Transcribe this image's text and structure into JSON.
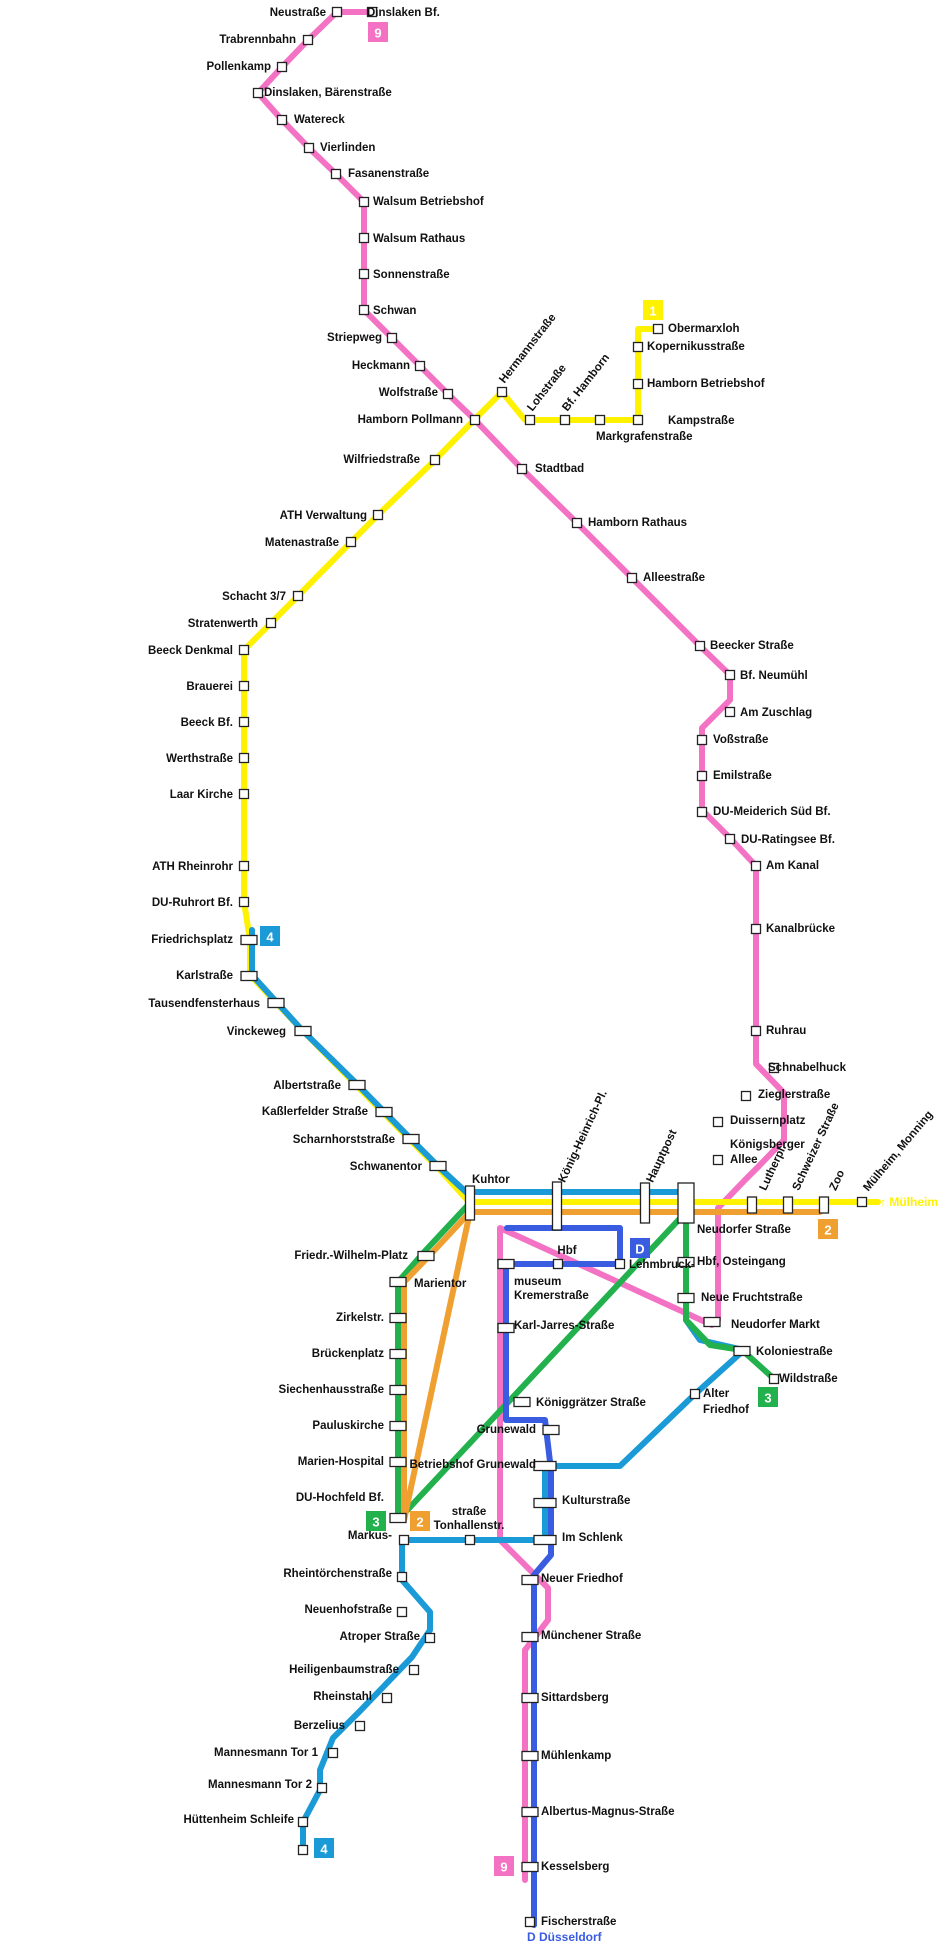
{
  "colors": {
    "line_1": "#fff200",
    "line_2": "#f0a030",
    "line_3": "#22b14c",
    "line_4": "#1a9ad6",
    "line_9": "#f472c4",
    "line_D": "#3a5ce0"
  },
  "badges": [
    {
      "id": "9-top",
      "label": "9",
      "color": "#f472c4"
    },
    {
      "id": "1-top",
      "label": "1",
      "color": "#fff200"
    },
    {
      "id": "4-mid",
      "label": "4",
      "color": "#1a9ad6"
    },
    {
      "id": "D-hbf",
      "label": "D",
      "color": "#3a5ce0"
    },
    {
      "id": "2-east",
      "label": "2",
      "color": "#f0a030"
    },
    {
      "id": "3-east",
      "label": "3",
      "color": "#22b14c"
    },
    {
      "id": "3-west",
      "label": "3",
      "color": "#22b14c"
    },
    {
      "id": "2-west",
      "label": "2",
      "color": "#f0a030"
    },
    {
      "id": "4-bottom",
      "label": "4",
      "color": "#1a9ad6"
    },
    {
      "id": "9-bottom",
      "label": "9",
      "color": "#f472c4"
    }
  ],
  "destinations": {
    "muelheim": "↑ Mülheim",
    "duesseldorf": "D Düsseldorf"
  },
  "stations": [
    "Neustraße",
    "Dinslaken Bf.",
    "Trabrennbahn",
    "Pollenkamp",
    "Dinslaken, Bärenstraße",
    "Watereck",
    "Vierlinden",
    "Fasanenstraße",
    "Walsum Betriebshof",
    "Walsum Rathaus",
    "Sonnenstraße",
    "Schwan",
    "Striepweg",
    "Heckmann",
    "Wolfstraße",
    "Hamborn Pollmann",
    "Hermannstraße",
    "Lohstraße",
    "Bf. Hamborn",
    "Kampstraße",
    "Markgrafenstraße",
    "Obermarxloh",
    "Kopernikusstraße",
    "Hamborn Betriebshof",
    "Stadtbad",
    "Hamborn Rathaus",
    "Alleestraße",
    "Beecker Straße",
    "Bf. Neumühl",
    "Am Zuschlag",
    "Voßstraße",
    "Emilstraße",
    "DU-Meiderich Süd Bf.",
    "DU-Ratingsee Bf.",
    "Am Kanal",
    "Kanalbrücke",
    "Ruhrau",
    "Schnabelhuck",
    "Zieglerstraße",
    "Duissernplatz",
    "Königsberger",
    "Allee",
    "Wilfriedstraße",
    "ATH Verwaltung",
    "Matenastraße",
    "Schacht 3/7",
    "Stratenwerth",
    "Beeck Denkmal",
    "Brauerei",
    "Beeck Bf.",
    "Werthstraße",
    "Laar Kirche",
    "ATH Rheinrohr",
    "DU-Ruhrort Bf.",
    "Friedrichsplatz",
    "Karlstraße",
    "Tausendfensterhaus",
    "Vinckeweg",
    "Albertstraße",
    "Kaßlerfelder Straße",
    "Scharnhorststraße",
    "Schwanentor",
    "Kuhtor",
    "König-Heinrich-Pl.",
    "Hauptpost",
    "Lutherpl.",
    "Schweizer Straße",
    "Zoo",
    "Mülheim, Monning",
    "Neudorfer Straße",
    "Hbf, Osteingang",
    "Neue Fruchtstraße",
    "Neudorfer Markt",
    "Koloniestraße",
    "Wildstraße",
    "Alter",
    "Friedhof",
    "Friedr.-Wilhelm-Platz",
    "Marientor",
    "Zirkelstr.",
    "Brückenplatz",
    "Siechenhausstraße",
    "Pauluskirche",
    "Marien-Hospital",
    "DU-Hochfeld Bf.",
    "Markus-",
    "straße",
    "Tonhallenstr.",
    "Hbf",
    "Lehmbruck-",
    "museum",
    "Kremerstraße",
    "Karl-Jarres-Straße",
    "Königgrätzer Straße",
    "Grunewald",
    "Betriebshof Grunewald",
    "Kulturstraße",
    "Im Schlenk",
    "Neuer Friedhof",
    "Münchener Straße",
    "Sittardsberg",
    "Mühlenkamp",
    "Albertus-Magnus-Straße",
    "Kesselsberg",
    "Fischerstraße",
    "Rheintörchenstraße",
    "Neuenhofstraße",
    "Atroper Straße",
    "Heiligenbaumstraße",
    "Rheinstahl",
    "Berzelius",
    "Mannesmann Tor 1",
    "Mannesmann Tor 2",
    "Hüttenheim Schleife"
  ]
}
